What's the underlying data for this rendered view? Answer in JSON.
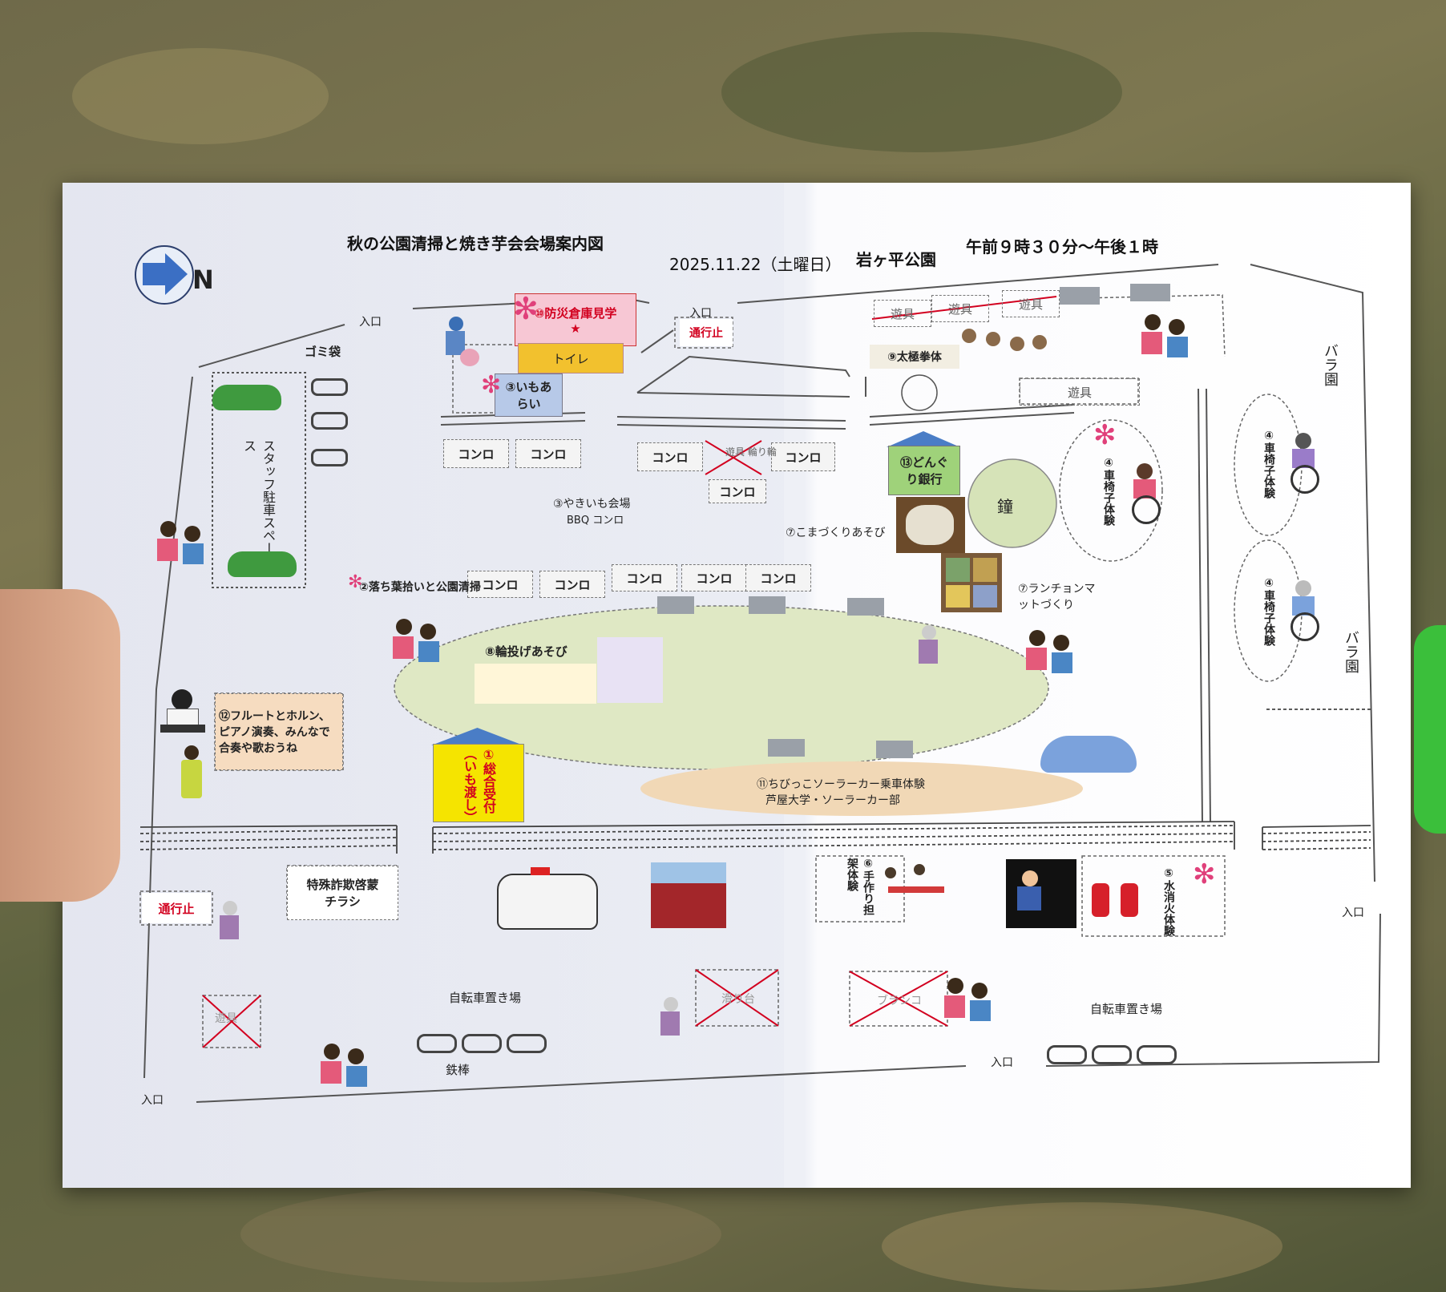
{
  "header": {
    "title": "秋の公園清掃と焼き芋会会場案内図",
    "date": "2025.11.22（土曜日）",
    "venue": "岩ヶ平公園",
    "time": "午前９時３０分～午後１時"
  },
  "compass": {
    "label": "N",
    "icon": "arrow-right-icon"
  },
  "entrances": {
    "e1": "入口",
    "e2": "入口",
    "e3": "入口",
    "e4": "入口",
    "e5": "入口"
  },
  "closures": {
    "road_top": "通行止",
    "road_left": "通行止"
  },
  "areas": {
    "garbage": "ゴミ袋",
    "staff_parking": "スタッフ駐車スペース",
    "disaster_warehouse": "⑩防災倉庫見学 ★",
    "toilet": "トイレ",
    "potato_wash": "③いもあらい",
    "yakiimo": "③やきいも会場",
    "bbq": "BBQ コンロ",
    "leaf_pickup": "②落ち葉拾いと公園清掃",
    "ring_toss": "⑧輪投げあそび",
    "flute": "⑫フルートとホルン、ピアノ演奏、みんなで合奏や歌おうね",
    "reception": "①総合受付（いも渡し）",
    "solar_car": "⑪ちびっこソーラーカー乗車体験",
    "solar_car_sub": "芦屋大学・ソーラーカー部",
    "taichi": "⑨太極拳体",
    "acorn_bank": "⑬どんぐり銀行",
    "bell": "鐘",
    "koma": "⑦こまづくりあそび",
    "luncheon": "⑦ランチョンマットづくり",
    "wheelchair": "④車椅子体験",
    "wheelchair_right1": "④車椅子体験",
    "wheelchair_right2": "④車椅子体験",
    "rose1": "バラ園",
    "rose2": "バラ園",
    "stretcher": "⑥手作り担架体験",
    "water_fire": "⑤水消火体験",
    "fraud_flyer": "特殊詐欺啓蒙チラシ",
    "bike_left": "自転車置き場",
    "bike_right": "自転車置き場",
    "tetsubo": "鉄棒",
    "sandbox": "滑り台",
    "swing": "ブランコ"
  },
  "konro": {
    "label": "コンロ",
    "top_row": [
      "コンロ",
      "コンロ",
      "コンロ",
      "コンロ"
    ],
    "mid": "コンロ",
    "bottom_row": [
      "コンロ",
      "コンロ",
      "コンロ",
      "コンロ",
      "コンロ"
    ]
  },
  "playground": {
    "top1": "遊具",
    "top2": "遊具",
    "top3": "遊具",
    "mid": "遊具",
    "bottom": "遊具",
    "ring": "遊具 輪り輪"
  },
  "colors": {
    "green_area": "#dfe8c4",
    "solar_area": "#f1d8b6",
    "reception": "#f5e400",
    "warehouse": "#f7c7d4",
    "toilet": "#f2c12e",
    "acorn": "#9fd27a",
    "bell": "#d6e3b8",
    "house_roof": "#4a7dc6"
  }
}
